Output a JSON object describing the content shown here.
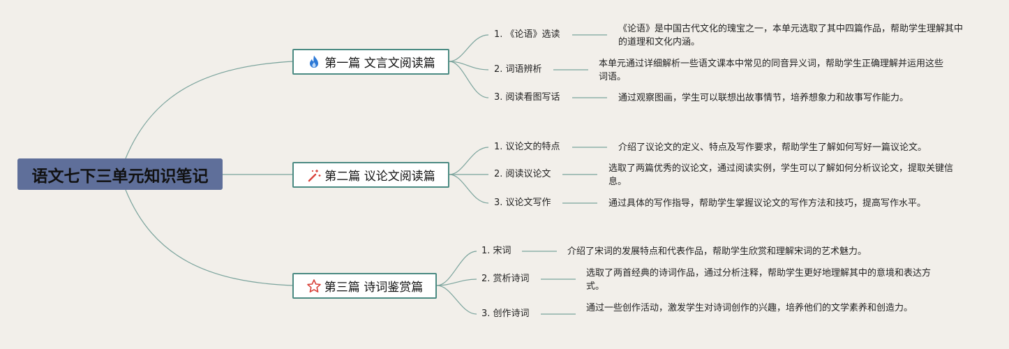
{
  "root": {
    "title": "语文七下三单元知识笔记"
  },
  "branches": [
    {
      "title": "第一篇 文言文阅读篇",
      "icon": "fire-icon",
      "topics": [
        {
          "label": "1. 《论语》选读",
          "desc": "《论语》是中国古代文化的瑰宝之一，本单元选取了其中四篇作品，帮助学生理解其中的道理和文化内涵。"
        },
        {
          "label": "2. 词语辨析",
          "desc": "本单元通过详细解析一些语文课本中常见的同音异义词，帮助学生正确理解并运用这些词语。"
        },
        {
          "label": "3. 阅读看图写话",
          "desc": "通过观察图画，学生可以联想出故事情节，培养想象力和故事写作能力。"
        }
      ]
    },
    {
      "title": "第二篇 议论文阅读篇",
      "icon": "magic-wand-icon",
      "topics": [
        {
          "label": "1. 议论文的特点",
          "desc": "介绍了议论文的定义、特点及写作要求，帮助学生了解如何写好一篇议论文。"
        },
        {
          "label": "2. 阅读议论文",
          "desc": "选取了两篇优秀的议论文，通过阅读实例，学生可以了解如何分析议论文，提取关键信息。"
        },
        {
          "label": "3. 议论文写作",
          "desc": "通过具体的写作指导，帮助学生掌握议论文的写作方法和技巧，提高写作水平。"
        }
      ]
    },
    {
      "title": "第三篇 诗词鉴赏篇",
      "icon": "star-icon",
      "topics": [
        {
          "label": "1. 宋词",
          "desc": "介绍了宋词的发展特点和代表作品，帮助学生欣赏和理解宋词的艺术魅力。"
        },
        {
          "label": "2. 赏析诗词",
          "desc": "选取了两首经典的诗词作品，通过分析注释，帮助学生更好地理解其中的意境和表达方式。"
        },
        {
          "label": "3. 创作诗词",
          "desc": "通过一些创作活动，激发学生对诗词创作的兴趣，培养他们的文学素养和创造力。"
        }
      ]
    }
  ]
}
